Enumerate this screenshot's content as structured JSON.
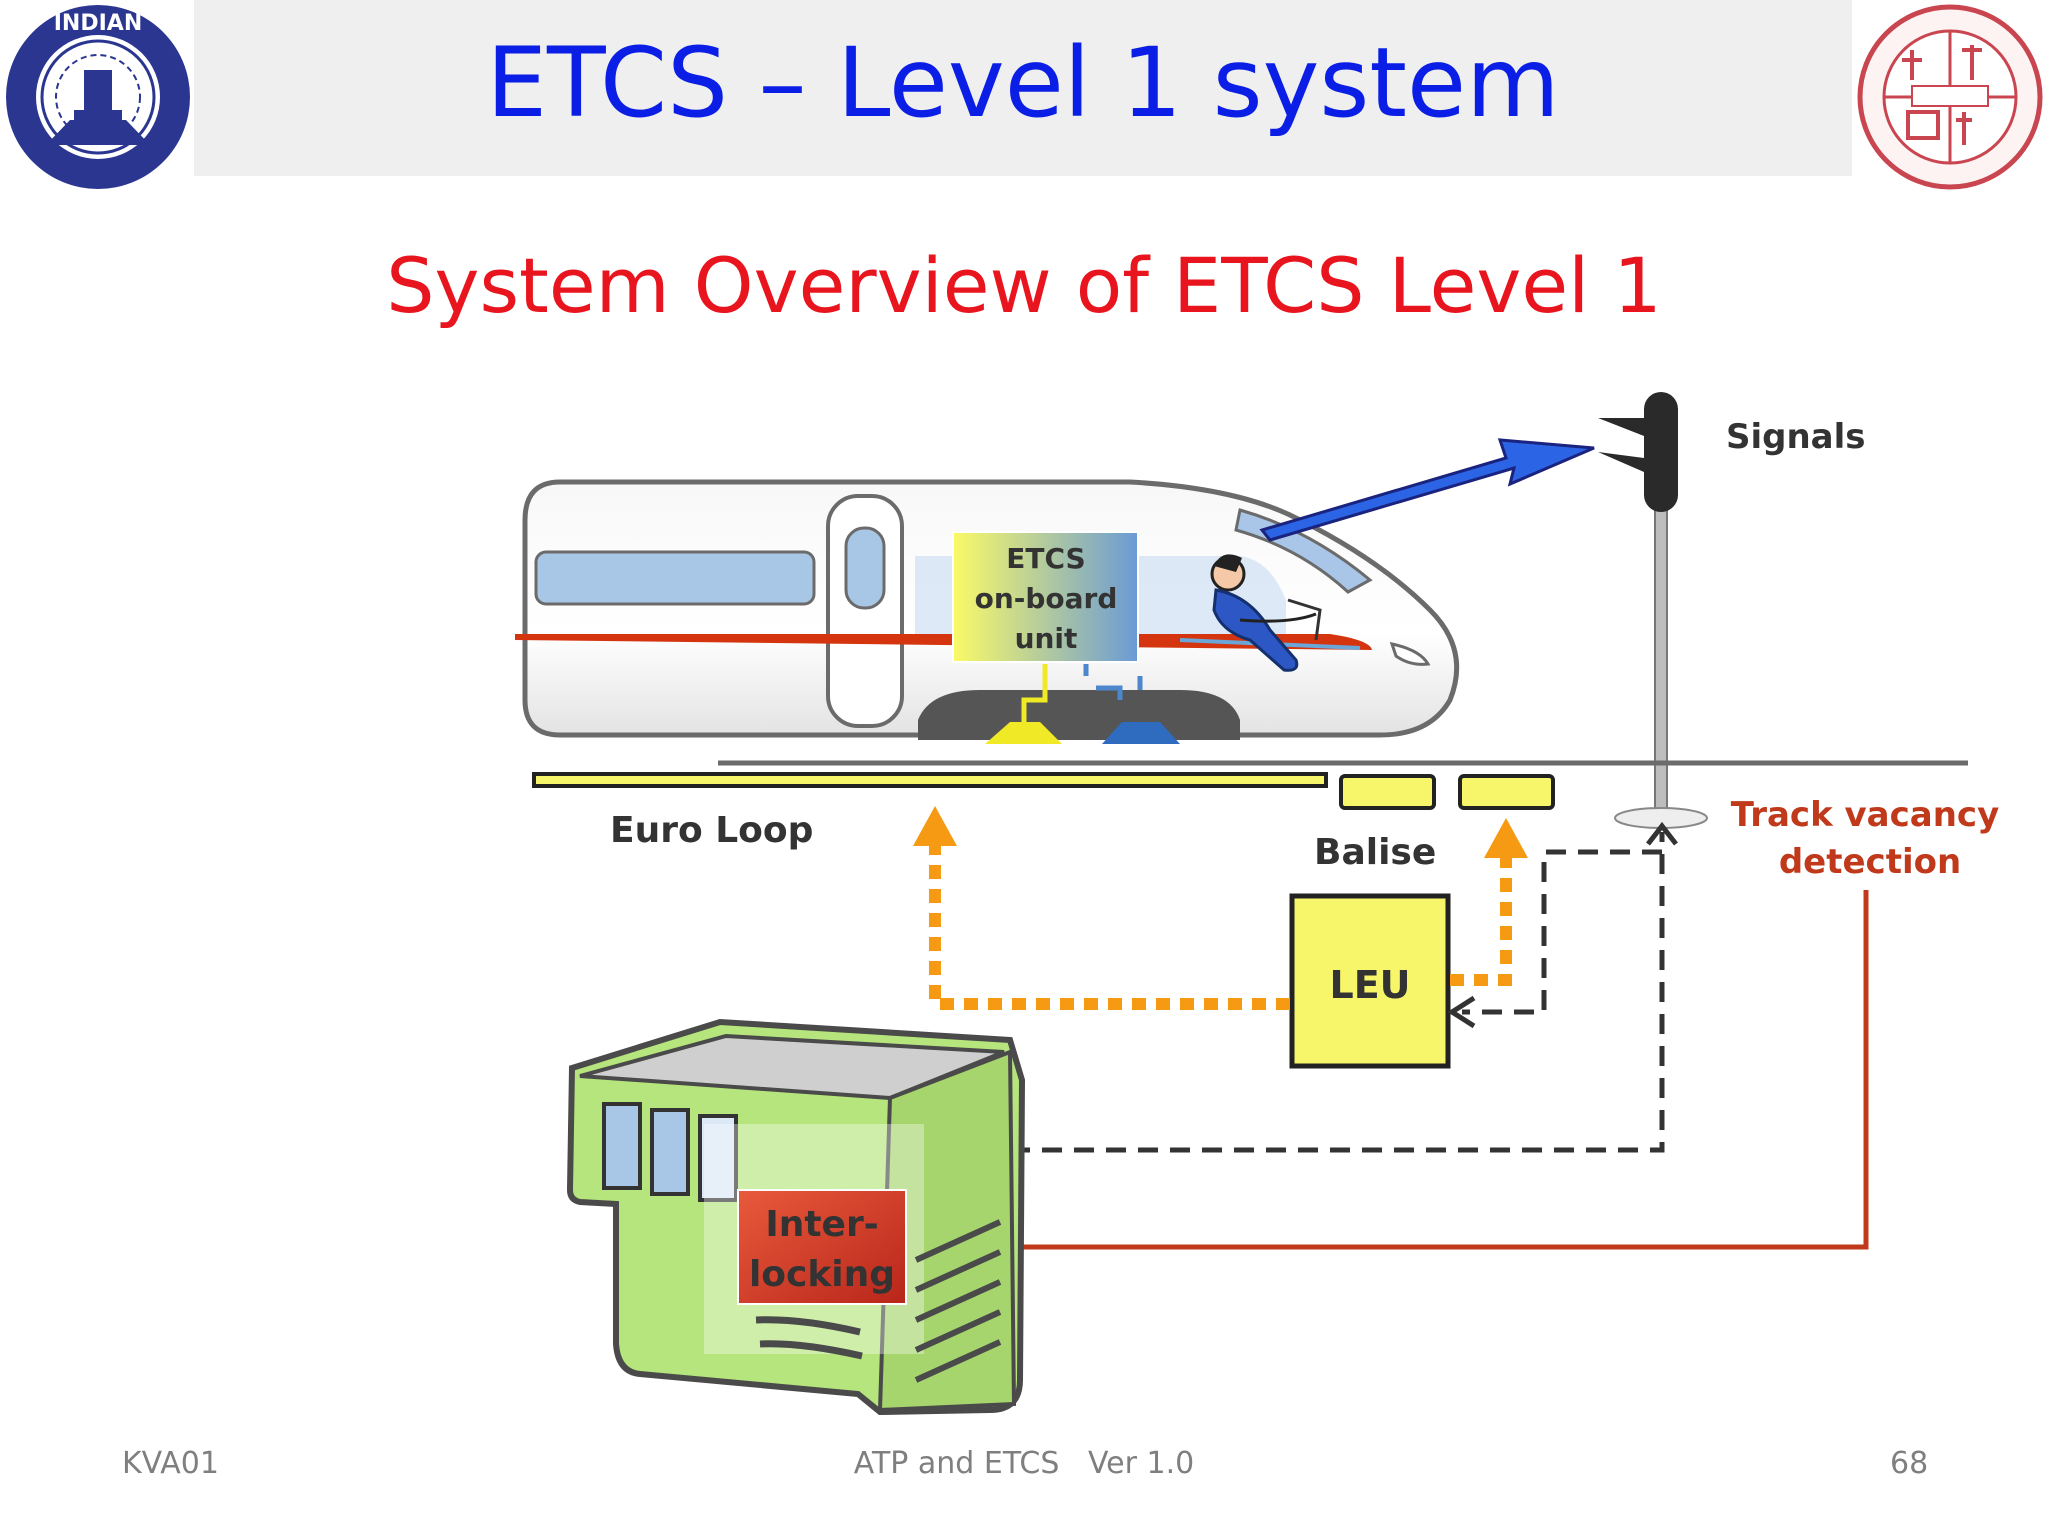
{
  "slide": {
    "title": "ETCS – Level 1 system",
    "subtitle": "System Overview of ETCS Level 1"
  },
  "diagram": {
    "onboard_unit": [
      "ETCS",
      "on-board",
      "unit"
    ],
    "signals": "Signals",
    "euro_loop": "Euro Loop",
    "balise": "Balise",
    "leu": "LEU",
    "track_vacancy": [
      "Track vacancy",
      "detection"
    ],
    "interlocking": [
      "Inter-",
      "locking"
    ]
  },
  "footer": {
    "left": "KVA01",
    "center": "ATP and ETCS   Ver 1.0",
    "page": "68"
  },
  "colors": {
    "title": "#0a1ee6",
    "subtitle": "#e8141e",
    "track_vacancy": "#c0391b",
    "leu_fill": "#f7f56a",
    "orange_link": "#f59a12"
  }
}
